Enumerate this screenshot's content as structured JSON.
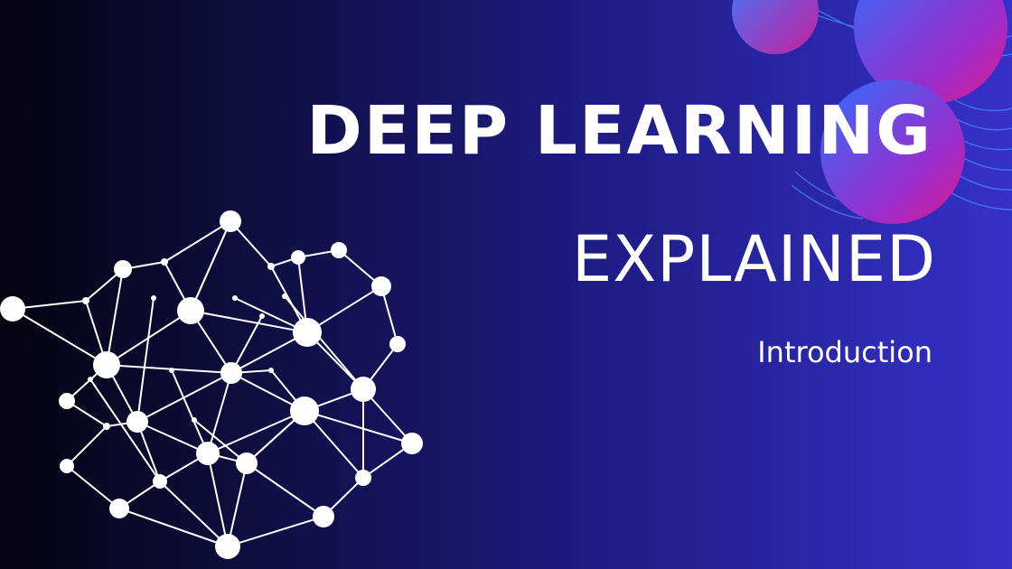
{
  "slide": {
    "title_line1": "DEEP LEARNING",
    "title_line2": "EXPLAINED",
    "subtitle": "Introduction"
  },
  "colors": {
    "background_left": "#050310",
    "background_right": "#3531c9",
    "text": "#ffffff",
    "sphere_gradient": [
      "#3a7bff",
      "#c81e9a"
    ]
  },
  "decorations": {
    "network_graphic": "neural-network-illustration",
    "spheres": "gradient-spheres"
  }
}
